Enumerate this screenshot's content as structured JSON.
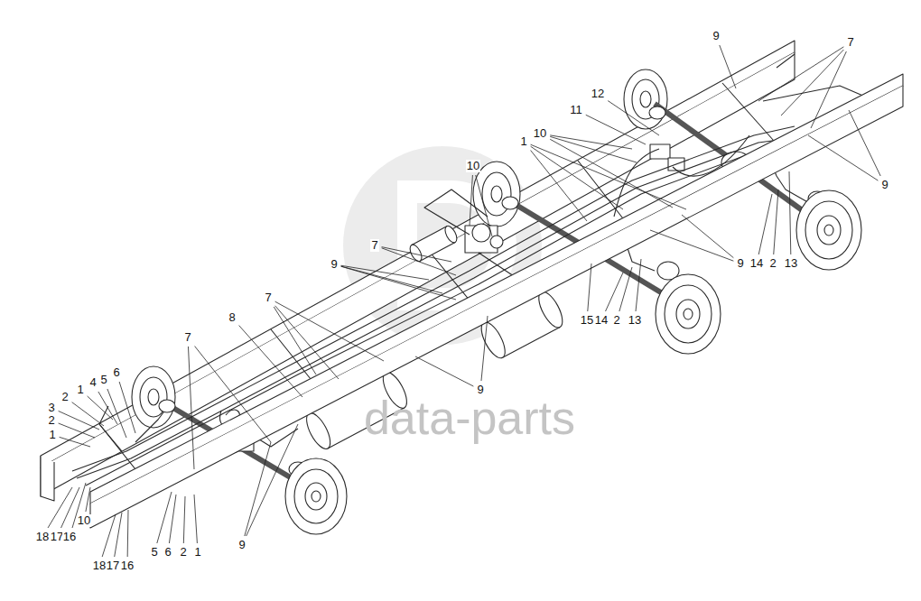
{
  "diagram": {
    "labels": [
      "9",
      "7",
      "12",
      "11",
      "10",
      "1",
      "10",
      "9",
      "7",
      "9",
      "9",
      "14",
      "2",
      "13",
      "7",
      "8",
      "15",
      "14",
      "2",
      "13",
      "7",
      "6",
      "5",
      "4",
      "1",
      "2",
      "3",
      "9",
      "data-parts",
      "2",
      "1",
      "10",
      "18",
      "17",
      "16",
      "9",
      "5",
      "6",
      "2",
      "1",
      "18",
      "17",
      "16"
    ]
  }
}
